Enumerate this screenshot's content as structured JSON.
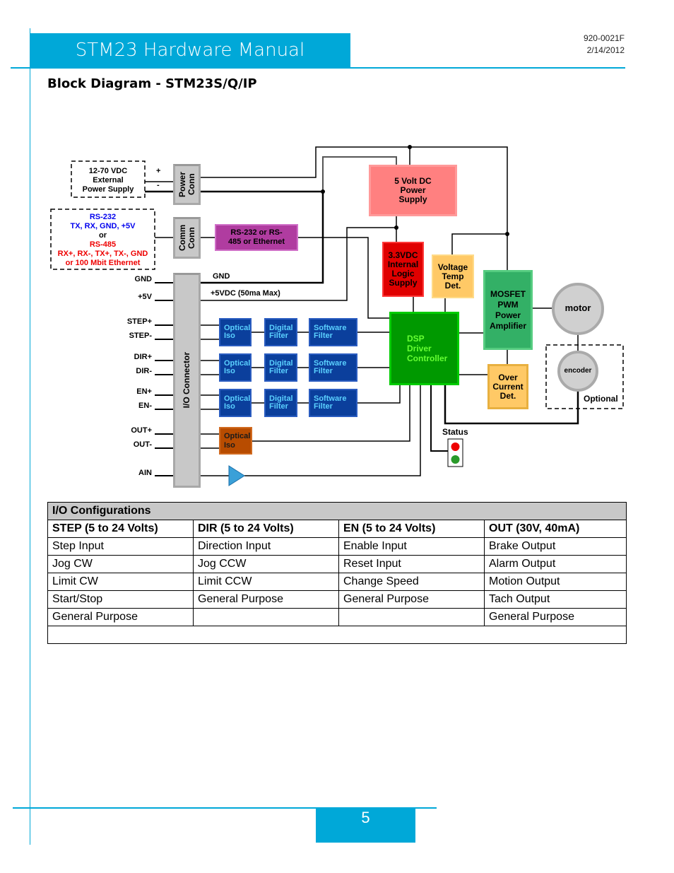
{
  "header": {
    "title": "STM23 Hardware Manual",
    "doc_number": "920-0021F",
    "date": "2/14/2012"
  },
  "heading": "Block Diagram - STM23S/Q/IP",
  "diagram": {
    "ext_power": [
      "12-70 VDC",
      "External",
      "Power Supply"
    ],
    "plus": "+",
    "minus": "-",
    "power_conn": "Power Conn",
    "comm_conn": "Comm Conn",
    "comm_rs232": "RS-232",
    "comm_rs232_pins": "TX, RX, GND, +5V",
    "comm_or": "or",
    "comm_rs485": "RS-485",
    "comm_rs485_pins": "RX+, RX-, TX+, TX-, GND",
    "comm_eth": "or 100 Mbit Ethernet",
    "rs_box": "RS-232 or RS-485 or Ethernet",
    "io_connector": "I/O Connector",
    "pins": [
      "GND",
      "+5V",
      "STEP+",
      "STEP-",
      "DIR+",
      "DIR-",
      "EN+",
      "EN-",
      "OUT+",
      "OUT-",
      "AIN"
    ],
    "gnd_wire": "GND",
    "v5_wire": "+5VDC (50ma Max)",
    "optical_iso": "Optical Iso",
    "digital_filter": "Digital Filter",
    "software_filter": "Software Filter",
    "psu5": "5 Volt DC Power Supply",
    "logic33": "3.3VDC Internal Logic Supply",
    "vtemp": "Voltage Temp Det.",
    "mosfet": "MOSFET PWM Power Amplifier",
    "dsp": "DSP Driver Controller",
    "overcurrent": "Over Current Det.",
    "motor": "motor",
    "encoder": "encoder",
    "optional": "Optional",
    "status": "Status",
    "colors": {
      "psu5": "#ff8080",
      "logic33": "#e00000",
      "vtemp": "#ffc966",
      "mosfet": "#33b066",
      "dsp": "#009900",
      "dsp_text": "#66ff33",
      "rs_box": "#b03ca0",
      "out_iso": "#b84c00",
      "accent": "#00a8d8"
    }
  },
  "table": {
    "title": "I/O Configurations",
    "columns": [
      "STEP (5 to 24 Volts)",
      "DIR (5 to 24 Volts)",
      "EN (5 to 24 Volts)",
      "OUT (30V, 40mA)"
    ],
    "rows": [
      [
        "Step Input",
        "Direction Input",
        "Enable Input",
        "Brake Output"
      ],
      [
        "Jog CW",
        "Jog CCW",
        "Reset Input",
        "Alarm Output"
      ],
      [
        "Limit CW",
        "Limit CCW",
        "Change Speed",
        "Motion Output"
      ],
      [
        "Start/Stop",
        "General Purpose",
        "General Purpose",
        "Tach Output"
      ],
      [
        "General Purpose",
        "",
        "",
        "General Purpose"
      ]
    ]
  },
  "footer": {
    "page": "5"
  }
}
